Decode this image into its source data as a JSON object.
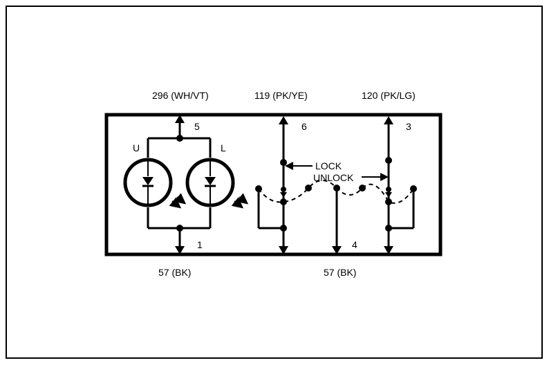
{
  "wires": {
    "top_left": "296 (WH/VT)",
    "top_middle": "119 (PK/YE)",
    "top_right": "120 (PK/LG)",
    "bottom_left": "57 (BK)",
    "bottom_right": "57 (BK)"
  },
  "pins": {
    "p5": "5",
    "p6": "6",
    "p3": "3",
    "p1": "1",
    "p4": "4"
  },
  "lamps": {
    "u": "U",
    "l": "L"
  },
  "switch_labels": {
    "lock": "LOCK",
    "unlock": "UNLOCK"
  }
}
